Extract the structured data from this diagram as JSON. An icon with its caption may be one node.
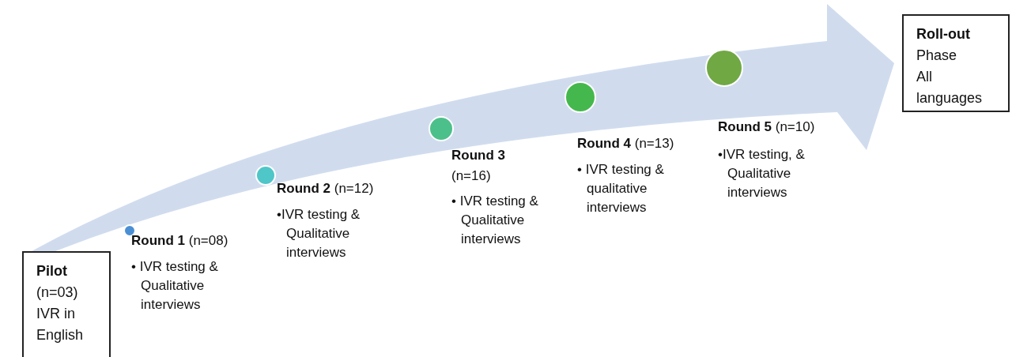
{
  "diagram": {
    "nodes": [
      {
        "text": [
          "Pilot",
          "(n=03) IVR in English"
        ]
      },
      {
        "text": [
          "Roll-out",
          "Phase",
          "All languages"
        ]
      },
      {
        "text": [],
        "shape": "circle",
        "beside": [
          "**Round 1** (n=08)",
          "• IVR testing & Qualitative interviews"
        ]
      },
      {
        "text": [],
        "shape": "circle",
        "beside": [
          "**Round 2** (n=12)",
          "•IVR testing & Qualitative interviews"
        ]
      },
      {
        "text": [],
        "shape": "circle",
        "beside": [
          "**Round 3** (n=16)",
          "• IVR testing & Qualitative interviews"
        ]
      },
      {
        "text": [],
        "shape": "circle",
        "beside": [
          "**Round 4** (n=13)",
          "• IVR testing & qualitative interviews"
        ]
      },
      {
        "text": [],
        "shape": "circle",
        "beside": [
          "**Round 5** (n=10)",
          "•IVR testing, & Qualitative interviews"
        ]
      }
    ],
    "edges": [
      {
        "from": 0,
        "to": 1,
        "arrow": "to"
      }
    ]
  }
}
